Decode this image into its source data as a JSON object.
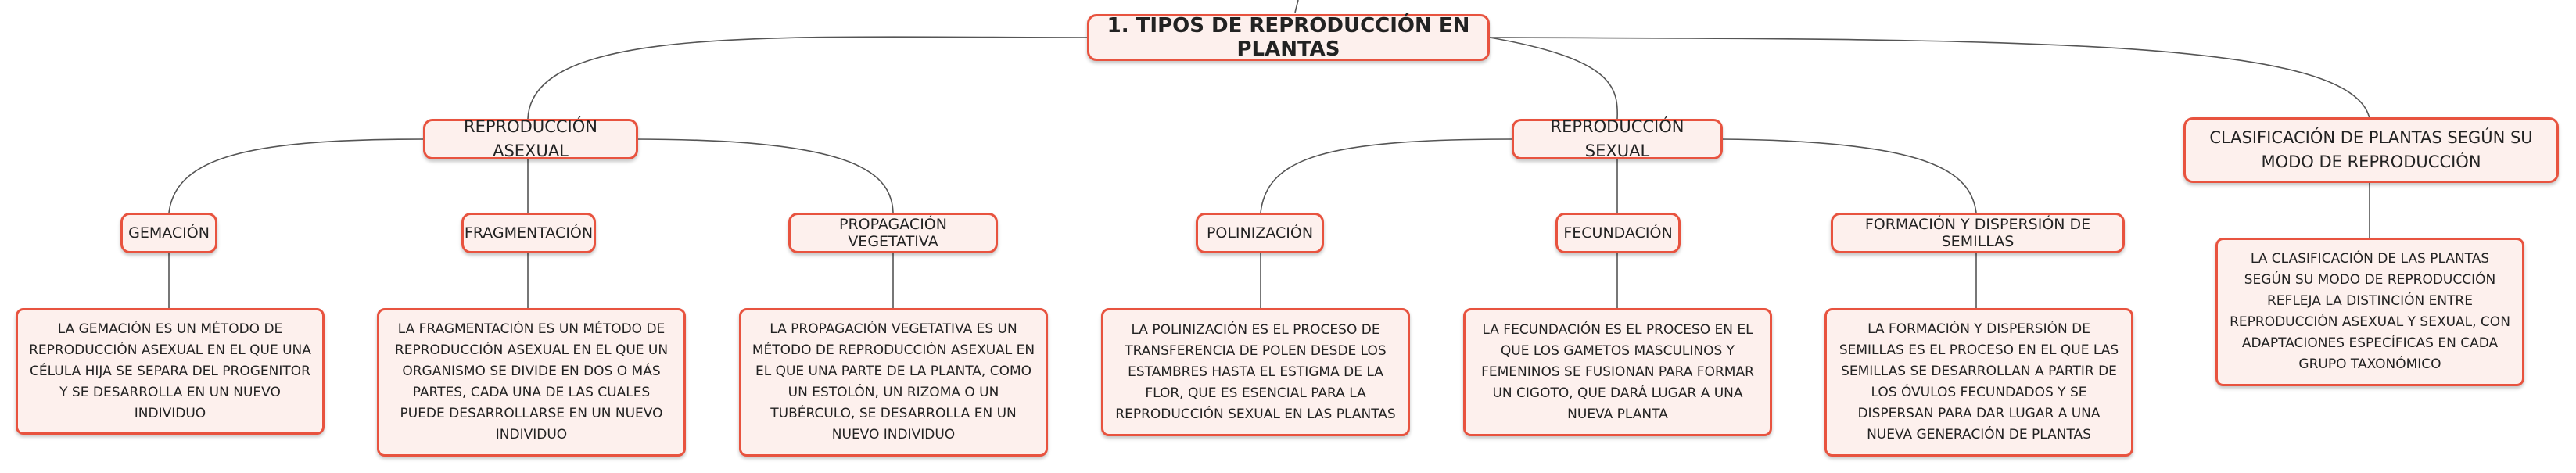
{
  "root": {
    "label": "1. TIPOS DE REPRODUCCIÓN EN PLANTAS"
  },
  "asexual": {
    "label": "REPRODUCCIÓN ASEXUAL",
    "gemacion": {
      "label": "GEMACIÓN",
      "desc": "LA GEMACIÓN ES UN MÉTODO DE REPRODUCCIÓN ASEXUAL EN EL QUE UNA CÉLULA HIJA SE SEPARA DEL PROGENITOR Y SE DESARROLLA EN UN NUEVO INDIVIDUO"
    },
    "fragmentacion": {
      "label": "FRAGMENTACIÓN",
      "desc": "LA FRAGMENTACIÓN ES UN MÉTODO DE REPRODUCCIÓN ASEXUAL EN EL QUE UN ORGANISMO SE DIVIDE EN DOS O MÁS PARTES, CADA UNA DE LAS CUALES PUEDE DESARROLLARSE EN UN NUEVO INDIVIDUO"
    },
    "propagacion": {
      "label": "PROPAGACIÓN VEGETATIVA",
      "desc": "LA PROPAGACIÓN VEGETATIVA ES UN MÉTODO DE REPRODUCCIÓN ASEXUAL EN EL QUE UNA PARTE DE LA PLANTA, COMO UN ESTOLÓN, UN RIZOMA O UN TUBÉRCULO, SE DESARROLLA EN UN NUEVO INDIVIDUO"
    }
  },
  "sexual": {
    "label": "REPRODUCCIÓN SEXUAL",
    "polinizacion": {
      "label": "POLINIZACIÓN",
      "desc": "LA POLINIZACIÓN ES EL PROCESO DE TRANSFERENCIA DE POLEN DESDE LOS ESTAMBRES HASTA EL ESTIGMA DE LA FLOR, QUE ES ESENCIAL PARA LA REPRODUCCIÓN SEXUAL EN LAS PLANTAS"
    },
    "fecundacion": {
      "label": "FECUNDACIÓN",
      "desc": "LA FECUNDACIÓN ES EL PROCESO EN EL QUE LOS GAMETOS MASCULINOS Y FEMENINOS SE FUSIONAN PARA FORMAR UN CIGOTO, QUE DARÁ LUGAR A UNA NUEVA PLANTA"
    },
    "semillas": {
      "label": "FORMACIÓN Y DISPERSIÓN DE SEMILLAS",
      "desc": "LA FORMACIÓN Y DISPERSIÓN DE SEMILLAS ES EL PROCESO EN EL QUE LAS SEMILLAS SE DESARROLLAN A PARTIR DE LOS ÓVULOS FECUNDADOS Y SE DISPERSAN PARA DAR LUGAR A UNA NUEVA GENERACIÓN DE PLANTAS"
    }
  },
  "clasificacion": {
    "label": "CLASIFICACIÓN DE PLANTAS SEGÚN SU MODO DE REPRODUCCIÓN",
    "desc": "LA CLASIFICACIÓN DE LAS PLANTAS SEGÚN SU MODO DE REPRODUCCIÓN REFLEJA LA DISTINCIÓN ENTRE REPRODUCCIÓN ASEXUAL Y SEXUAL, CON ADAPTACIONES ESPECÍFICAS EN CADA GRUPO TAXONÓMICO"
  },
  "colors": {
    "border": "#e8533f",
    "fill": "#fdf0ed",
    "line": "#555555"
  }
}
